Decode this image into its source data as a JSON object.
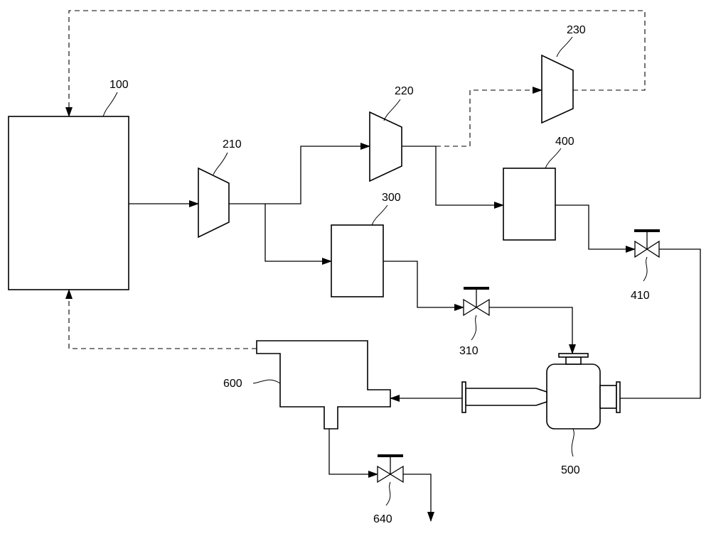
{
  "labels": {
    "fuel_cell": "100",
    "compressor_1": "210",
    "compressor_2": "220",
    "compressor_3": "230",
    "tank_a": "300",
    "tank_b": "400",
    "valve_a": "310",
    "valve_b": "410",
    "ejector": "500",
    "separator": "600",
    "drain_valve": "640"
  }
}
